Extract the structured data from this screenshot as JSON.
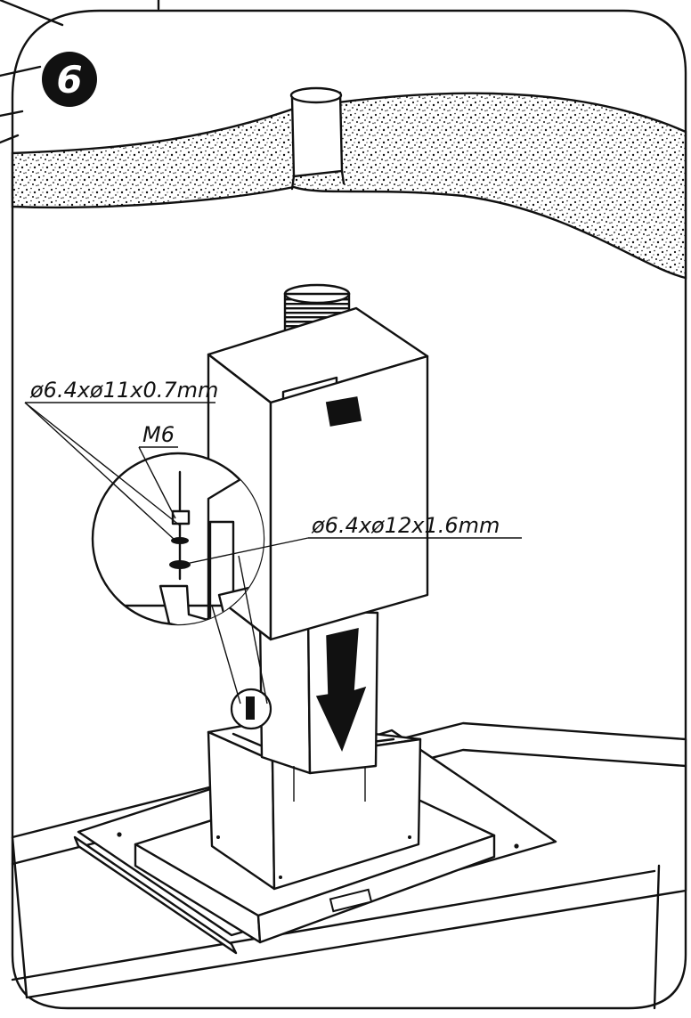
{
  "step": {
    "number": "6"
  },
  "labels": {
    "small_washer": "ø6.4xø11x0.7mm",
    "bolt": "M6",
    "large_washer": "ø6.4xø12x1.6mm"
  },
  "icons": {
    "direction_arrow": "down-arrow-icon"
  },
  "colors": {
    "ink": "#111111",
    "paper": "#ffffff"
  }
}
